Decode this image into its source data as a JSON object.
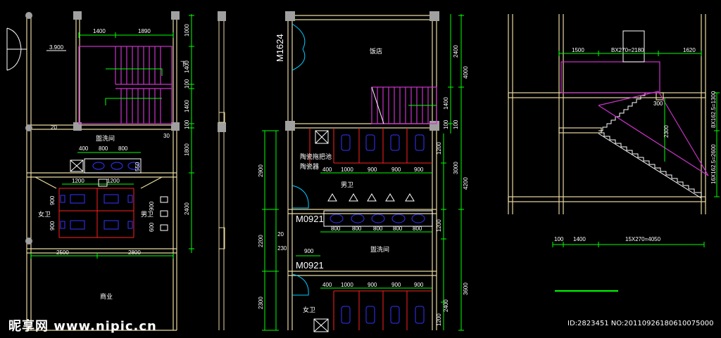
{
  "colors": {
    "background": "#000000",
    "wall": "#e8d9a0",
    "dimension": "#00ff00",
    "stair": "#cc33cc",
    "fixture": "#3333ff",
    "partition": "#ff2020",
    "door": "#00ccff",
    "column": "#a0a0a0",
    "text": "#ffffff"
  },
  "plan_left": {
    "top_dims": [
      "1400",
      "1890"
    ],
    "elevation_tag": "3.900",
    "right_dims": [
      "1000",
      "1400",
      "100",
      "1400",
      "100",
      "1800",
      "2400"
    ],
    "stair_arrow_label": "下",
    "room_washroom": "盥洗间",
    "washroom_dims": [
      "400",
      "800",
      "800"
    ],
    "washroom_dim_550": "550",
    "toilet_dims": [
      "1200",
      "1200"
    ],
    "womens_label": "女卫",
    "mens_label": "男卫",
    "side_dims_900": [
      "900",
      "900"
    ],
    "side_dims_600": [
      "900",
      "600"
    ],
    "bottom_dims": [
      "2500",
      "2800"
    ],
    "shop_label": "商业",
    "small_tag_20": "20",
    "small_tag_30": "30"
  },
  "plan_mid": {
    "door_m1624": "M1624",
    "room_restaurant": "饭店",
    "right_dims": [
      "2400",
      "4000",
      "1400",
      "100",
      "100",
      "1200",
      "3000",
      "4200",
      "1200",
      "3600",
      "2400",
      "1200"
    ],
    "storage_label_1": "陶瓷拖把池",
    "storage_label_2": "陶瓷器",
    "mens_label": "男卫",
    "door_m0921_a": "M0921",
    "door_m0921_b": "M0921",
    "upper_dims": [
      "400",
      "1000",
      "900",
      "900",
      "900"
    ],
    "urinal_dims": [
      "800",
      "800",
      "800",
      "800",
      "800"
    ],
    "washroom_label": "盥洗间",
    "dim_900": "900",
    "lower_dims": [
      "400",
      "1000",
      "900",
      "900",
      "900"
    ],
    "womens_label": "女卫",
    "left_dims": [
      "2900",
      "2200",
      "230",
      "2300"
    ],
    "small_tag_20": "20"
  },
  "section": {
    "top_dims": [
      "1500",
      "BX270=2180",
      "1620"
    ],
    "dim_300": "300",
    "dim_2300": "2300",
    "right_dims": [
      "8X162.5=1300",
      "16X162.5=2600"
    ],
    "bottom_dims": [
      "100",
      "1400",
      "15X270=4050"
    ]
  },
  "watermark": {
    "site": "昵享网 www.nipic.cn",
    "id_text": "ID:2823451 NO:20110926180610075000"
  }
}
